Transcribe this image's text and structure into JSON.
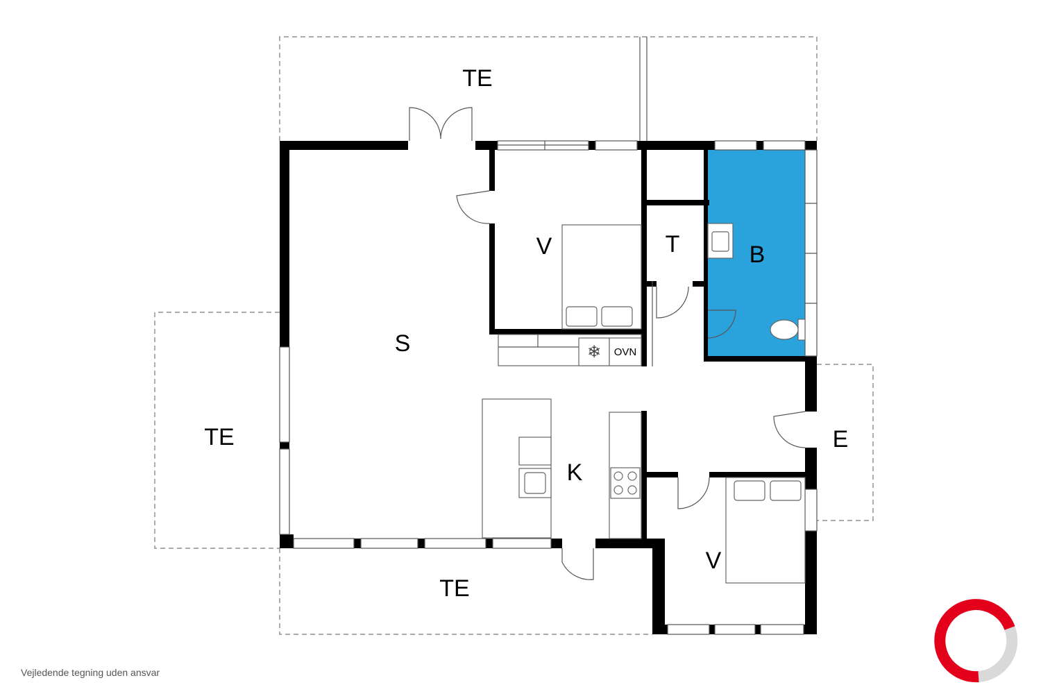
{
  "rooms": {
    "terrace_top": "TE",
    "terrace_left": "TE",
    "terrace_bottom": "TE",
    "living": "S",
    "bedroom_top": "V",
    "bedroom_bottom": "V",
    "toilet": "T",
    "bathroom": "B",
    "kitchen": "K",
    "entrance": "E"
  },
  "appliance": {
    "oven": "OVN"
  },
  "colors": {
    "bathroom": "#2aa3dc",
    "logo_red": "#e3001b",
    "logo_grey": "#d9d9d9"
  },
  "footer": {
    "disclaimer": "Vejledende tegning uden ansvar"
  }
}
